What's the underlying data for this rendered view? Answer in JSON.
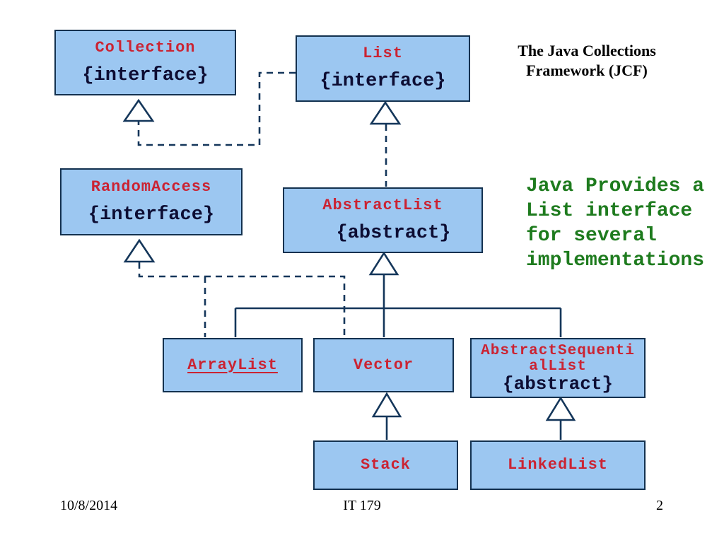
{
  "slide": {
    "header": {
      "title_line1": "The Java Collections",
      "title_line2": "Framework (JCF)"
    },
    "note": {
      "lines": [
        "Java Provides a",
        "List interface",
        "for several",
        "implementations"
      ]
    },
    "footer": {
      "date": "10/8/2014",
      "course": "IT 179",
      "page_number": "2"
    }
  },
  "boxes": {
    "collection": {
      "name": "Collection",
      "stereotype": "{interface}"
    },
    "list": {
      "name": "List",
      "stereotype": "{interface}"
    },
    "random_access": {
      "name": "RandomAccess",
      "stereotype": "{interface}"
    },
    "abstract_list": {
      "name": "AbstractList",
      "stereotype": "{abstract}"
    },
    "array_list": {
      "name": "ArrayList"
    },
    "vector": {
      "name": "Vector"
    },
    "abstract_sequential_list": {
      "name_line1": "AbstractSequenti",
      "name_line2": "alList",
      "stereotype": "{abstract}"
    },
    "stack": {
      "name": "Stack"
    },
    "linked_list": {
      "name": "LinkedList"
    }
  },
  "colors": {
    "box_fill": "#9cc7f1",
    "box_border": "#13314f",
    "connector": "#14365a",
    "class_name_red": "#cb2332",
    "stereotype_dark": "#0d0d33",
    "note_green": "#1e7b1e",
    "text_black": "#000000"
  }
}
